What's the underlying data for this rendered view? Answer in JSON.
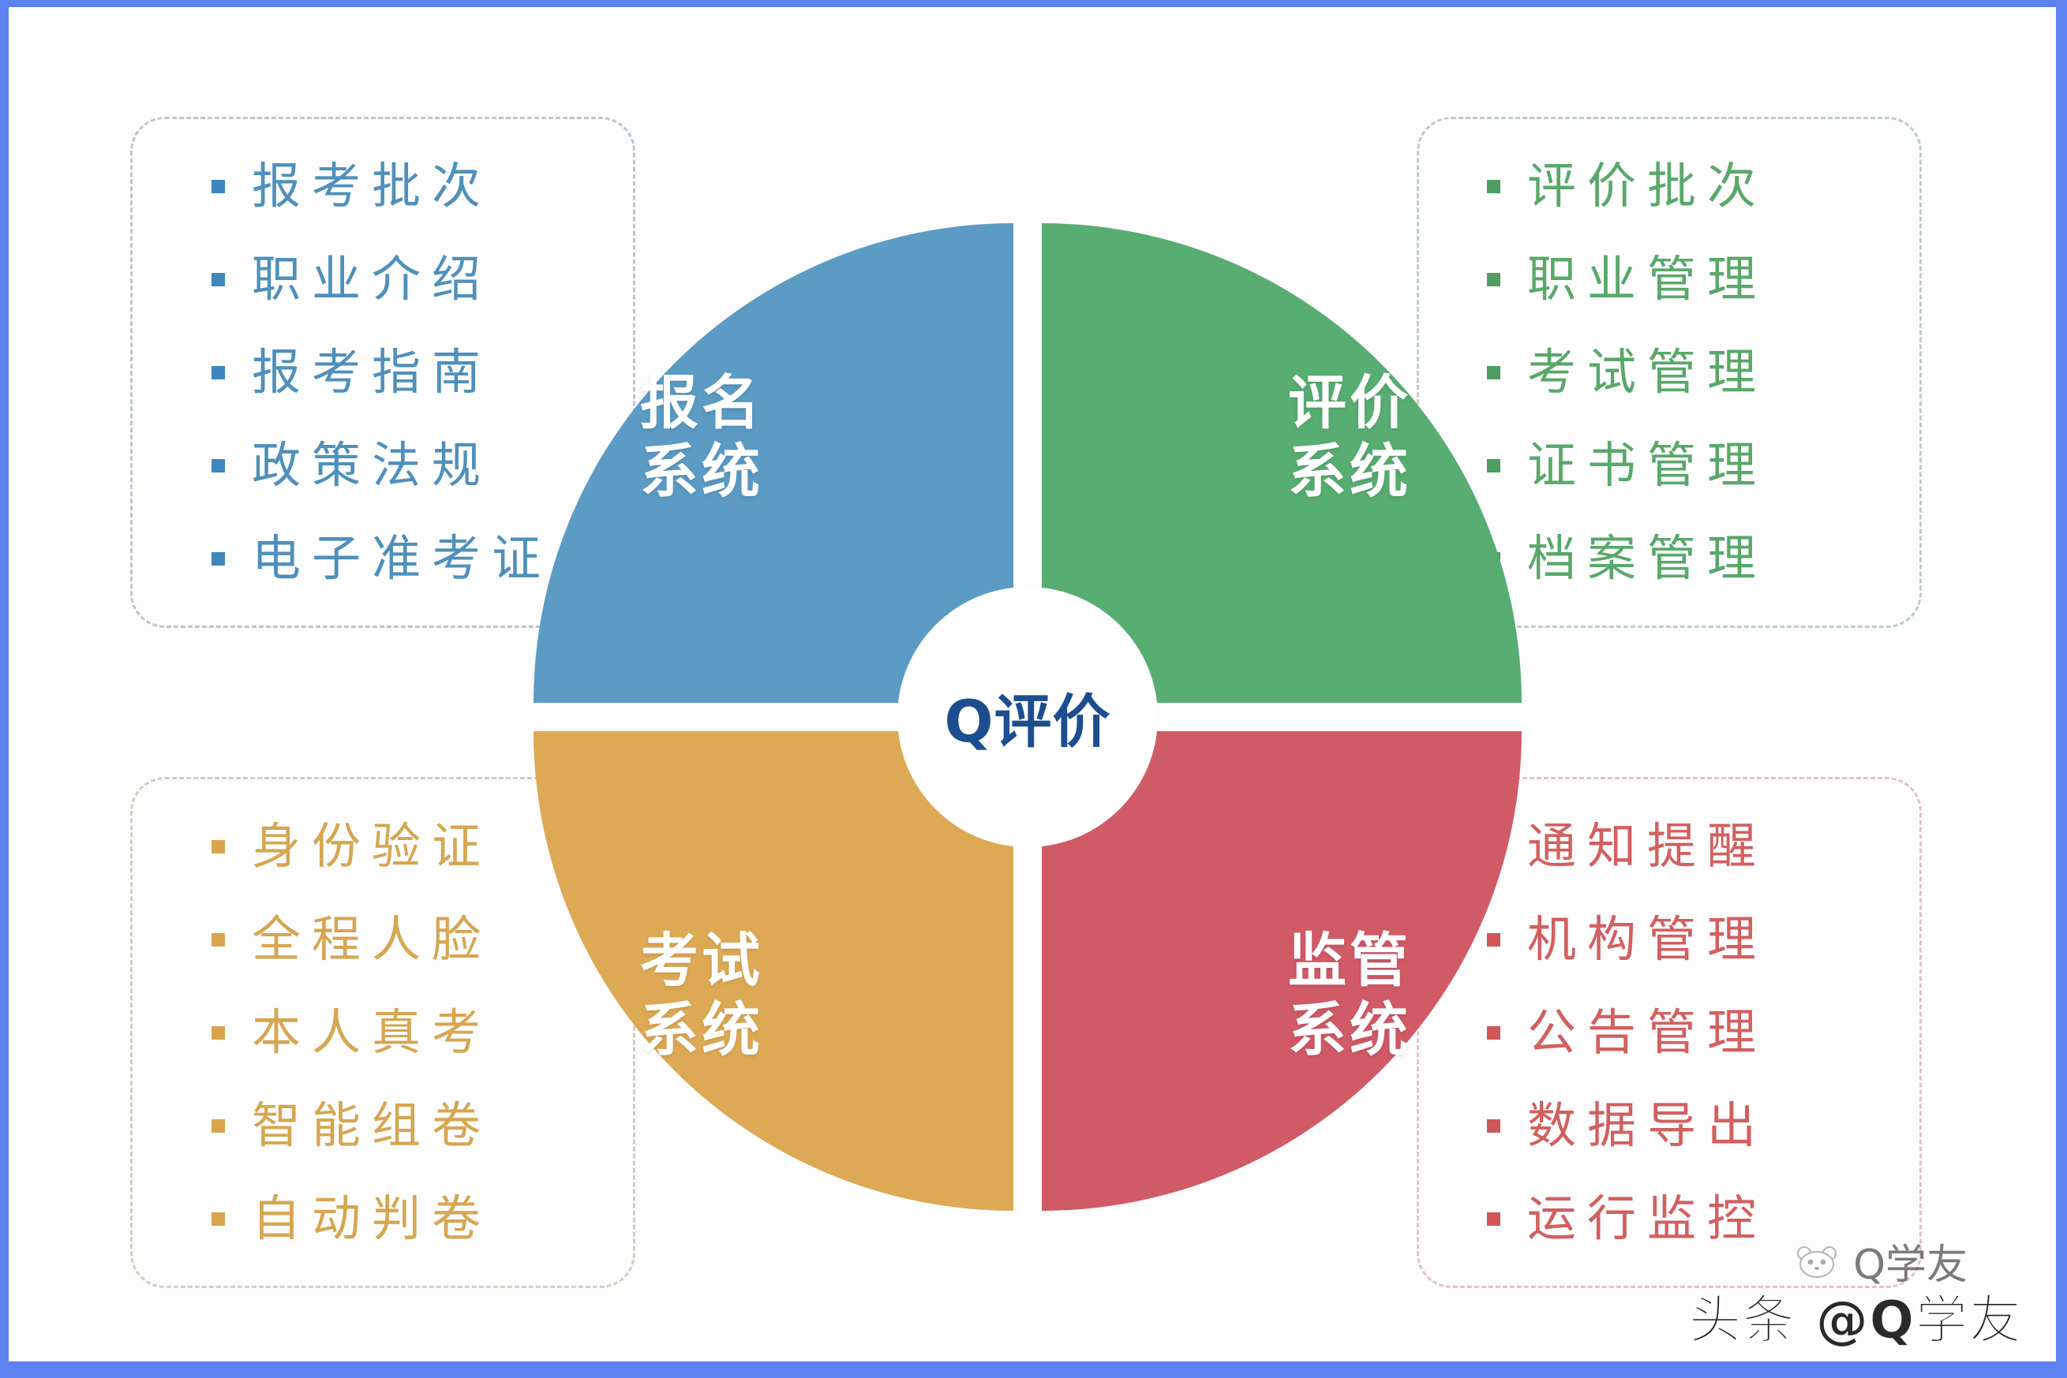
{
  "diagram": {
    "center": {
      "label": "Q评价",
      "color": "#1c4e8f"
    },
    "quadrants": [
      {
        "key": "registration",
        "label": "报名\n系统",
        "color": "#5b9bc4",
        "position": "top-left",
        "features": [
          "报考批次",
          "职业介绍",
          "报考指南",
          "政策法规",
          "电子准考证"
        ],
        "feature_color": "#4f90bb",
        "box_border_color": "#b9c6cf"
      },
      {
        "key": "evaluation",
        "label": "评价\n系统",
        "color": "#58ad72",
        "position": "top-right",
        "features": [
          "评价批次",
          "职业管理",
          "考试管理",
          "证书管理",
          "档案管理"
        ],
        "feature_color": "#59a86a",
        "box_border_color": "#bcd0bd"
      },
      {
        "key": "examination",
        "label": "考试\n系统",
        "color": "#dda955",
        "position": "bottom-left",
        "features": [
          "身份验证",
          "全程人脸",
          "本人真考",
          "智能组卷",
          "自动判卷"
        ],
        "feature_color": "#d6a651",
        "box_border_color": "#d6cdbd"
      },
      {
        "key": "supervision",
        "label": "监管\n系统",
        "color": "#d15a67",
        "position": "bottom-right",
        "features": [
          "通知提醒",
          "机构管理",
          "公告管理",
          "数据导出",
          "运行监控"
        ],
        "feature_color": "#d2605f",
        "box_border_color": "#e2c4c4"
      }
    ]
  },
  "watermark": {
    "logo_text": "Q学友",
    "main_text": "头条 @Q学友"
  },
  "frame": {
    "color": "#5c82f0"
  },
  "chart_data": {
    "type": "pie",
    "title": "Q评价",
    "categories": [
      "报名系统",
      "评价系统",
      "监管系统",
      "考试系统"
    ],
    "values": [
      25,
      25,
      25,
      25
    ],
    "colors": [
      "#5b9bc4",
      "#58ad72",
      "#d15a67",
      "#dda955"
    ],
    "legend": "none",
    "notes": "Equal quadrant donut; each quadrant maps to a dashed feature list box."
  }
}
